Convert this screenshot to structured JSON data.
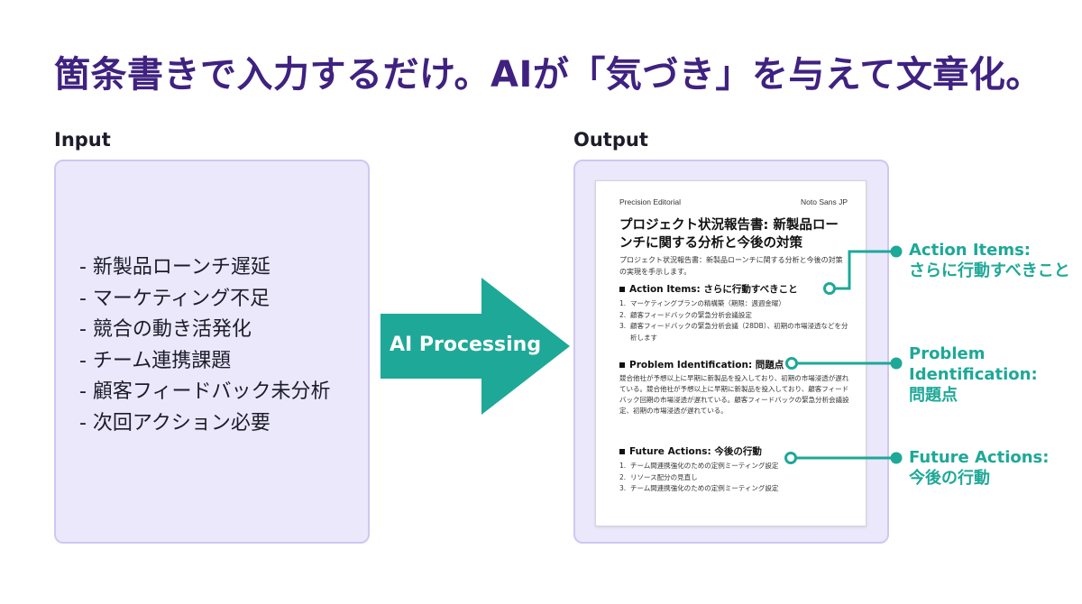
{
  "headline": "箇条書きで入力するだけ。AIが「気づき」を与えて文章化。",
  "input": {
    "label": "Input",
    "bullets": [
      "- 新製品ローンチ遅延",
      "- マーケティング不足",
      "- 競合の動き活発化",
      "- チーム連携課題",
      "- 顧客フィードバック未分析",
      "- 次回アクション必要"
    ]
  },
  "process": {
    "label": "AI Processing"
  },
  "output": {
    "label": "Output",
    "doc": {
      "meta_left": "Precision Editorial",
      "meta_right": "Noto Sans JP",
      "title": "プロジェクト状況報告書: 新製品ローンチに関する分析と今後の対策",
      "intro": "プロジェクト状況報告書：新製品ローンチに関する分析と今後の対策の実現を手示します。",
      "action_heading": "Action Items: さらに行動すべきこと",
      "action_items": [
        "マーケティングプランの精構築（期限：週週金曜）",
        "顧客フィードバックの緊急分析会議設定",
        "顧客フィードバックの緊急分析会議（28DB）、初期の市場浸透などを分析します"
      ],
      "problem_heading": "Problem Identification: 問題点",
      "problem_text": "競合他社が予想以上に早期に新製品を投入しており、初期の市場浸透が遅れている。競合他社が予想以上に早期に新製品を投入しており、顧客フィードバック回期の市場浸透が遅れている。顧客フィードバックの緊急分析会議設定、初期の市場浸透が遅れている。",
      "future_heading": "Future Actions: 今後の行動",
      "future_items": [
        "チーム間連携強化のための定例ミーティング設定",
        "リソース配分の見直し",
        "チーム間連携強化のための定例ミーティング設定"
      ]
    }
  },
  "callouts": {
    "action": [
      "Action Items:",
      "さらに行動すべきこと"
    ],
    "problem": [
      "Problem",
      "Identification:",
      "問題点"
    ],
    "future": [
      "Future Actions:",
      "今後の行動"
    ]
  },
  "colors": {
    "headline": "#3f2280",
    "teal": "#1ea897",
    "panel_bg": "#ebe8fb",
    "panel_border": "#cfc7f2"
  }
}
